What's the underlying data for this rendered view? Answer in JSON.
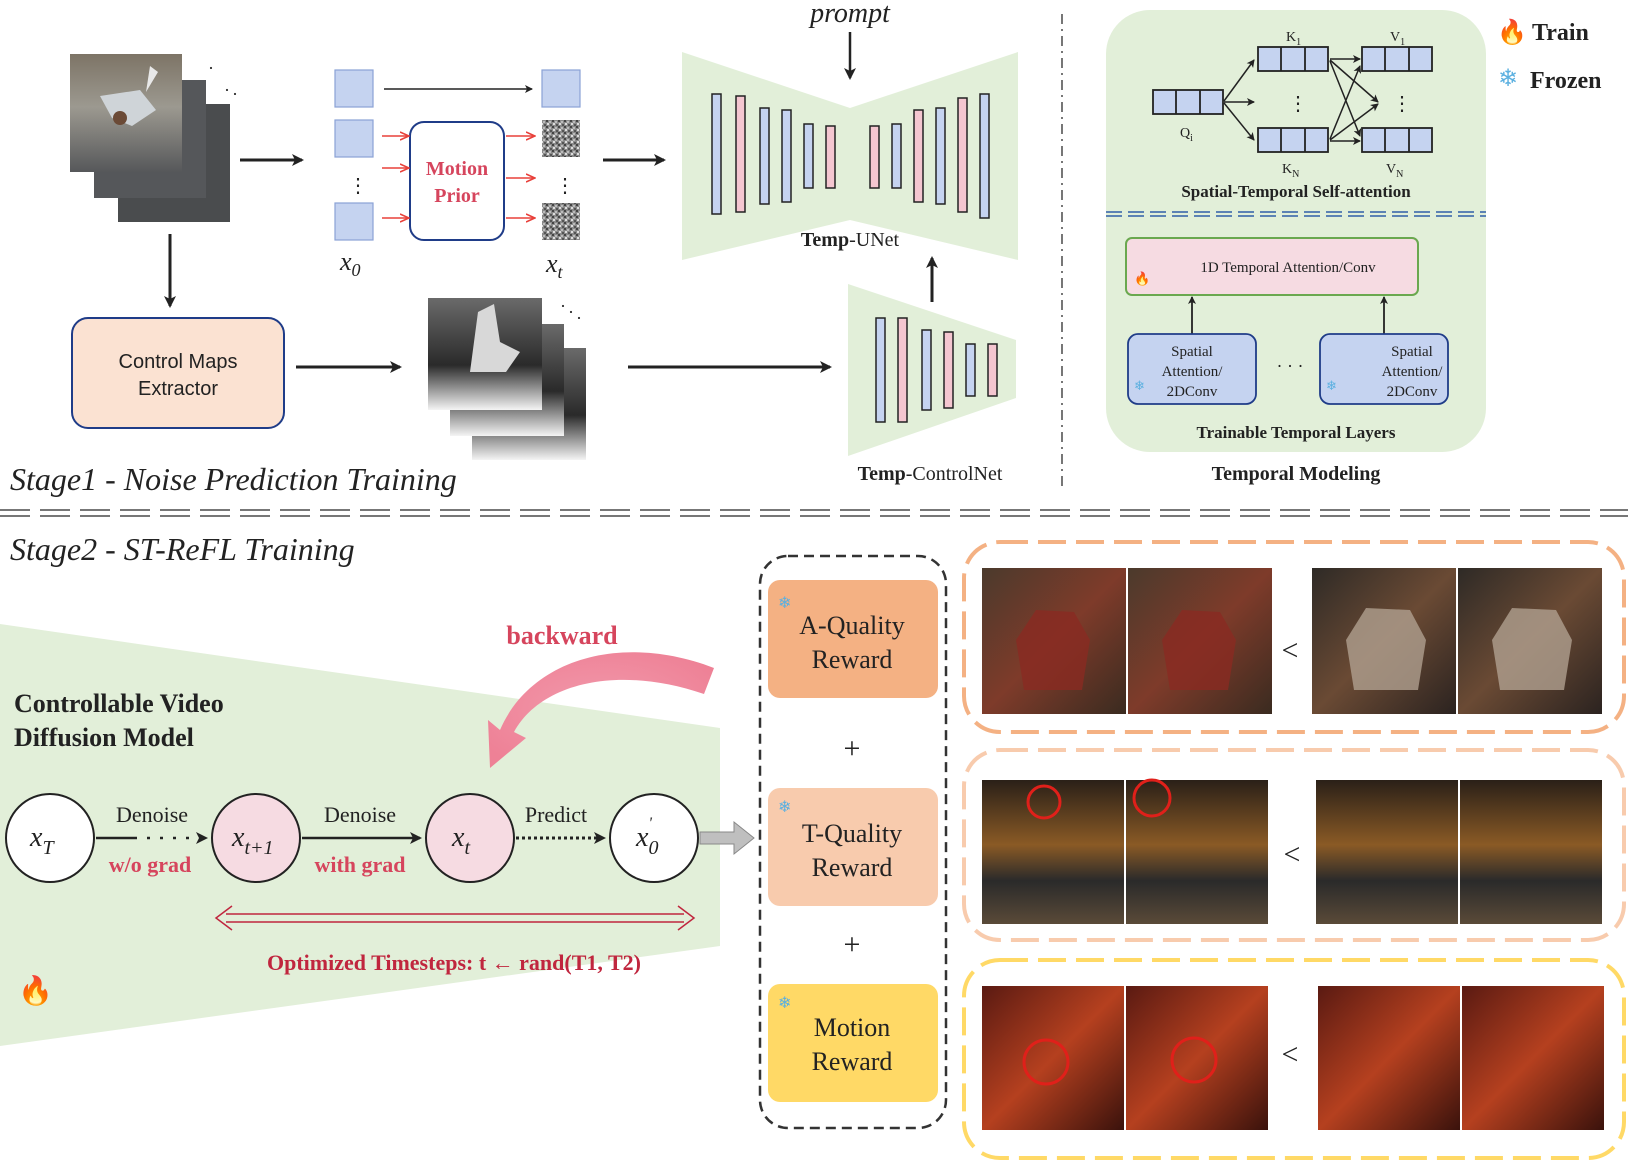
{
  "stage1": {
    "title": "Stage1 - Noise Prediction Training",
    "motion_prior": [
      "Motion",
      "Prior"
    ],
    "x0_label": "x",
    "x0_sub": "0",
    "xt_label": "x",
    "xt_sub": "t",
    "prompt_label": "prompt",
    "control_maps_extractor": [
      "Control Maps",
      "Extractor"
    ],
    "temp_unet_bold": "Temp",
    "temp_unet_rest": "-UNet",
    "temp_controlnet_bold": "Temp",
    "temp_controlnet_rest": "-ControlNet"
  },
  "temporal_modeling": {
    "title": "Temporal Modeling",
    "attention_title": "Spatial-Temporal Self-attention",
    "q_label": "Q",
    "q_sub": "i",
    "k1_label": "K",
    "k1_sub": "1",
    "v1_label": "V",
    "v1_sub": "1",
    "kn_label": "K",
    "kn_sub": "N",
    "vn_label": "V",
    "vn_sub": "N",
    "temporal_attention": "1D Temporal Attention/Conv",
    "spatial_block": [
      "Spatial",
      "Attention/",
      "2DConv"
    ],
    "ellipsis": "· · ·",
    "trainable_layers": "Trainable Temporal Layers"
  },
  "legend": {
    "train": "Train",
    "frozen": "Frozen",
    "fire_icon_color": "#f26b1d",
    "snow_icon_color": "#5bb0e0"
  },
  "stage2": {
    "title": "Stage2 - ST-ReFL Training",
    "model_title": [
      "Controllable Video",
      "Diffusion Model"
    ],
    "backward": "backward",
    "nodes": [
      {
        "main": "x",
        "sub": "T"
      },
      {
        "main": "x",
        "sub": "t+1"
      },
      {
        "main": "x",
        "sub": "t"
      },
      {
        "main": "x",
        "sub": "0",
        "sup": "'"
      }
    ],
    "denoise_1": "Denoise",
    "wo_grad": "w/o grad",
    "denoise_2": "Denoise",
    "with_grad": "with grad",
    "predict": "Predict",
    "optimized_timesteps": "Optimized Timesteps: t ← rand(T1, T2)",
    "rewards": [
      {
        "label": [
          "A-Quality",
          "Reward"
        ],
        "color": "#f4b183"
      },
      {
        "label": [
          "T-Quality",
          "Reward"
        ],
        "color": "#f8cbad"
      },
      {
        "label": [
          "Motion",
          "Reward"
        ],
        "color": "#ffd966"
      }
    ],
    "plus": "+",
    "less_than": "<"
  },
  "colors": {
    "blue_fill": "#c5d3f0",
    "pink_fill": "#f4c6d0",
    "green_fill": "#e2efd9",
    "accent_red": "#d6455d",
    "dark_red": "#c0263e",
    "orange_dash": "#f4b183",
    "peach_dash": "#f8cbad",
    "yellow_dash": "#ffd966"
  }
}
